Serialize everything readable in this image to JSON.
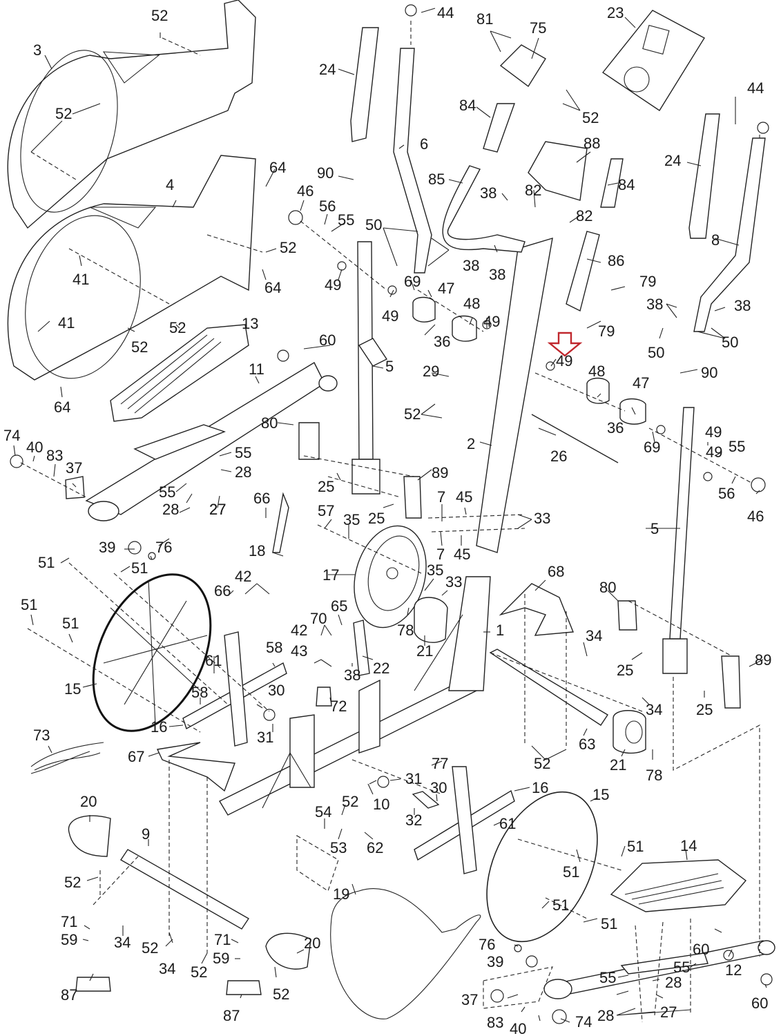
{
  "diagram": {
    "type": "exploded-parts-diagram",
    "subject": "elliptical trainer",
    "highlight": {
      "part": "49",
      "marker": "down-arrow",
      "color": "#c0272d"
    },
    "callouts": [
      {
        "id": "c1",
        "part": "52"
      },
      {
        "id": "c2",
        "part": "3"
      },
      {
        "id": "c3",
        "part": "52"
      },
      {
        "id": "c4",
        "part": "24"
      },
      {
        "id": "c5",
        "part": "44"
      },
      {
        "id": "c6",
        "part": "81"
      },
      {
        "id": "c7",
        "part": "75"
      },
      {
        "id": "c8",
        "part": "23"
      },
      {
        "id": "c9",
        "part": "44"
      },
      {
        "id": "c10",
        "part": "84"
      },
      {
        "id": "c11",
        "part": "52"
      },
      {
        "id": "c12",
        "part": "6"
      },
      {
        "id": "c13",
        "part": "88"
      },
      {
        "id": "c14",
        "part": "24"
      },
      {
        "id": "c15",
        "part": "64"
      },
      {
        "id": "c16",
        "part": "90"
      },
      {
        "id": "c17",
        "part": "85"
      },
      {
        "id": "c18",
        "part": "84"
      },
      {
        "id": "c19",
        "part": "4"
      },
      {
        "id": "c20",
        "part": "46"
      },
      {
        "id": "c21",
        "part": "56"
      },
      {
        "id": "c22",
        "part": "38"
      },
      {
        "id": "c23",
        "part": "82"
      },
      {
        "id": "c24",
        "part": "55"
      },
      {
        "id": "c25",
        "part": "82"
      },
      {
        "id": "c26",
        "part": "50"
      },
      {
        "id": "c27",
        "part": "8"
      },
      {
        "id": "c28",
        "part": "52"
      },
      {
        "id": "c29",
        "part": "38"
      },
      {
        "id": "c30",
        "part": "38"
      },
      {
        "id": "c31",
        "part": "86"
      },
      {
        "id": "c32",
        "part": "41"
      },
      {
        "id": "c33",
        "part": "64"
      },
      {
        "id": "c34",
        "part": "49"
      },
      {
        "id": "c35",
        "part": "69"
      },
      {
        "id": "c36",
        "part": "47"
      },
      {
        "id": "c37",
        "part": "79"
      },
      {
        "id": "c38",
        "part": "38"
      },
      {
        "id": "c39",
        "part": "38"
      },
      {
        "id": "c40",
        "part": "49"
      },
      {
        "id": "c41",
        "part": "48"
      },
      {
        "id": "c42",
        "part": "49"
      },
      {
        "id": "c43",
        "part": "79"
      },
      {
        "id": "c44",
        "part": "52"
      },
      {
        "id": "c45",
        "part": "13"
      },
      {
        "id": "c46",
        "part": "41"
      },
      {
        "id": "c47",
        "part": "36"
      },
      {
        "id": "c48",
        "part": "50"
      },
      {
        "id": "c49",
        "part": "50"
      },
      {
        "id": "c50",
        "part": "52"
      },
      {
        "id": "c51",
        "part": "60"
      },
      {
        "id": "c52",
        "part": "5"
      },
      {
        "id": "c53",
        "part": "49"
      },
      {
        "id": "c54",
        "part": "90"
      },
      {
        "id": "c55",
        "part": "11"
      },
      {
        "id": "c56",
        "part": "29"
      },
      {
        "id": "c57",
        "part": "64"
      },
      {
        "id": "c58",
        "part": "48"
      },
      {
        "id": "c59",
        "part": "47"
      },
      {
        "id": "c60",
        "part": "52"
      },
      {
        "id": "c61",
        "part": "36"
      },
      {
        "id": "c62",
        "part": "49"
      },
      {
        "id": "c63",
        "part": "80"
      },
      {
        "id": "c64",
        "part": "2"
      },
      {
        "id": "c65",
        "part": "69"
      },
      {
        "id": "c66",
        "part": "26"
      },
      {
        "id": "c67",
        "part": "49"
      },
      {
        "id": "c68",
        "part": "74"
      },
      {
        "id": "c69",
        "part": "40"
      },
      {
        "id": "c70",
        "part": "83"
      },
      {
        "id": "c71",
        "part": "55"
      },
      {
        "id": "c72",
        "part": "55"
      },
      {
        "id": "c73",
        "part": "37"
      },
      {
        "id": "c74",
        "part": "28"
      },
      {
        "id": "c75",
        "part": "89"
      },
      {
        "id": "c76",
        "part": "56"
      },
      {
        "id": "c77",
        "part": "25"
      },
      {
        "id": "c78",
        "part": "46"
      },
      {
        "id": "c79",
        "part": "55"
      },
      {
        "id": "c80",
        "part": "28"
      },
      {
        "id": "c81",
        "part": "27"
      },
      {
        "id": "c82",
        "part": "66"
      },
      {
        "id": "c83",
        "part": "25"
      },
      {
        "id": "c84",
        "part": "7"
      },
      {
        "id": "c85",
        "part": "45"
      },
      {
        "id": "c86",
        "part": "33"
      },
      {
        "id": "c87",
        "part": "27"
      },
      {
        "id": "c88",
        "part": "57"
      },
      {
        "id": "c89",
        "part": "35"
      },
      {
        "id": "c90",
        "part": "5"
      },
      {
        "id": "c91",
        "part": "7"
      },
      {
        "id": "c92",
        "part": "45"
      },
      {
        "id": "c93",
        "part": "39"
      },
      {
        "id": "c94",
        "part": "76"
      },
      {
        "id": "c95",
        "part": "18"
      },
      {
        "id": "c96",
        "part": "51"
      },
      {
        "id": "c97",
        "part": "51"
      },
      {
        "id": "c98",
        "part": "42"
      },
      {
        "id": "c99",
        "part": "17"
      },
      {
        "id": "c100",
        "part": "35"
      },
      {
        "id": "c101",
        "part": "68"
      },
      {
        "id": "c102",
        "part": "33"
      },
      {
        "id": "c103",
        "part": "66"
      },
      {
        "id": "c104",
        "part": "80"
      },
      {
        "id": "c105",
        "part": "51"
      },
      {
        "id": "c106",
        "part": "65"
      },
      {
        "id": "c107",
        "part": "70"
      },
      {
        "id": "c108",
        "part": "51"
      },
      {
        "id": "c109",
        "part": "42"
      },
      {
        "id": "c110",
        "part": "78"
      },
      {
        "id": "c111",
        "part": "1"
      },
      {
        "id": "c112",
        "part": "34"
      },
      {
        "id": "c113",
        "part": "21"
      },
      {
        "id": "c114",
        "part": "22"
      },
      {
        "id": "c115",
        "part": "43"
      },
      {
        "id": "c116",
        "part": "58"
      },
      {
        "id": "c117",
        "part": "61"
      },
      {
        "id": "c118",
        "part": "38"
      },
      {
        "id": "c119",
        "part": "25"
      },
      {
        "id": "c120",
        "part": "89"
      },
      {
        "id": "c121",
        "part": "15"
      },
      {
        "id": "c122",
        "part": "58"
      },
      {
        "id": "c123",
        "part": "30"
      },
      {
        "id": "c124",
        "part": "72"
      },
      {
        "id": "c125",
        "part": "34"
      },
      {
        "id": "c126",
        "part": "25"
      },
      {
        "id": "c127",
        "part": "16"
      },
      {
        "id": "c128",
        "part": "31"
      },
      {
        "id": "c129",
        "part": "63"
      },
      {
        "id": "c130",
        "part": "21"
      },
      {
        "id": "c131",
        "part": "73"
      },
      {
        "id": "c132",
        "part": "67"
      },
      {
        "id": "c133",
        "part": "77"
      },
      {
        "id": "c134",
        "part": "52"
      },
      {
        "id": "c135",
        "part": "78"
      },
      {
        "id": "c136",
        "part": "31"
      },
      {
        "id": "c137",
        "part": "30"
      },
      {
        "id": "c138",
        "part": "52"
      },
      {
        "id": "c139",
        "part": "10"
      },
      {
        "id": "c140",
        "part": "16"
      },
      {
        "id": "c141",
        "part": "20"
      },
      {
        "id": "c142",
        "part": "32"
      },
      {
        "id": "c143",
        "part": "15"
      },
      {
        "id": "c144",
        "part": "54"
      },
      {
        "id": "c145",
        "part": "9"
      },
      {
        "id": "c146",
        "part": "61"
      },
      {
        "id": "c147",
        "part": "62"
      },
      {
        "id": "c148",
        "part": "53"
      },
      {
        "id": "c149",
        "part": "52"
      },
      {
        "id": "c150",
        "part": "51"
      },
      {
        "id": "c151",
        "part": "51"
      },
      {
        "id": "c152",
        "part": "14"
      },
      {
        "id": "c153",
        "part": "19"
      },
      {
        "id": "c154",
        "part": "51"
      },
      {
        "id": "c155",
        "part": "51"
      },
      {
        "id": "c156",
        "part": "20"
      },
      {
        "id": "c157",
        "part": "71"
      },
      {
        "id": "c158",
        "part": "60"
      },
      {
        "id": "c159",
        "part": "59"
      },
      {
        "id": "c160",
        "part": "34"
      },
      {
        "id": "c161",
        "part": "52"
      },
      {
        "id": "c162",
        "part": "76"
      },
      {
        "id": "c163",
        "part": "12"
      },
      {
        "id": "c164",
        "part": "39"
      },
      {
        "id": "c165",
        "part": "71"
      },
      {
        "id": "c166",
        "part": "55"
      },
      {
        "id": "c167",
        "part": "55"
      },
      {
        "id": "c168",
        "part": "52"
      },
      {
        "id": "c169",
        "part": "34"
      },
      {
        "id": "c170",
        "part": "59"
      },
      {
        "id": "c171",
        "part": "28"
      },
      {
        "id": "c172",
        "part": "60"
      },
      {
        "id": "c173",
        "part": "37"
      },
      {
        "id": "c174",
        "part": "28"
      },
      {
        "id": "c175",
        "part": "87"
      },
      {
        "id": "c176",
        "part": "52"
      },
      {
        "id": "c177",
        "part": "27"
      },
      {
        "id": "c178",
        "part": "83"
      },
      {
        "id": "c179",
        "part": "87"
      },
      {
        "id": "c180",
        "part": "40"
      },
      {
        "id": "c181",
        "part": "74"
      }
    ]
  }
}
